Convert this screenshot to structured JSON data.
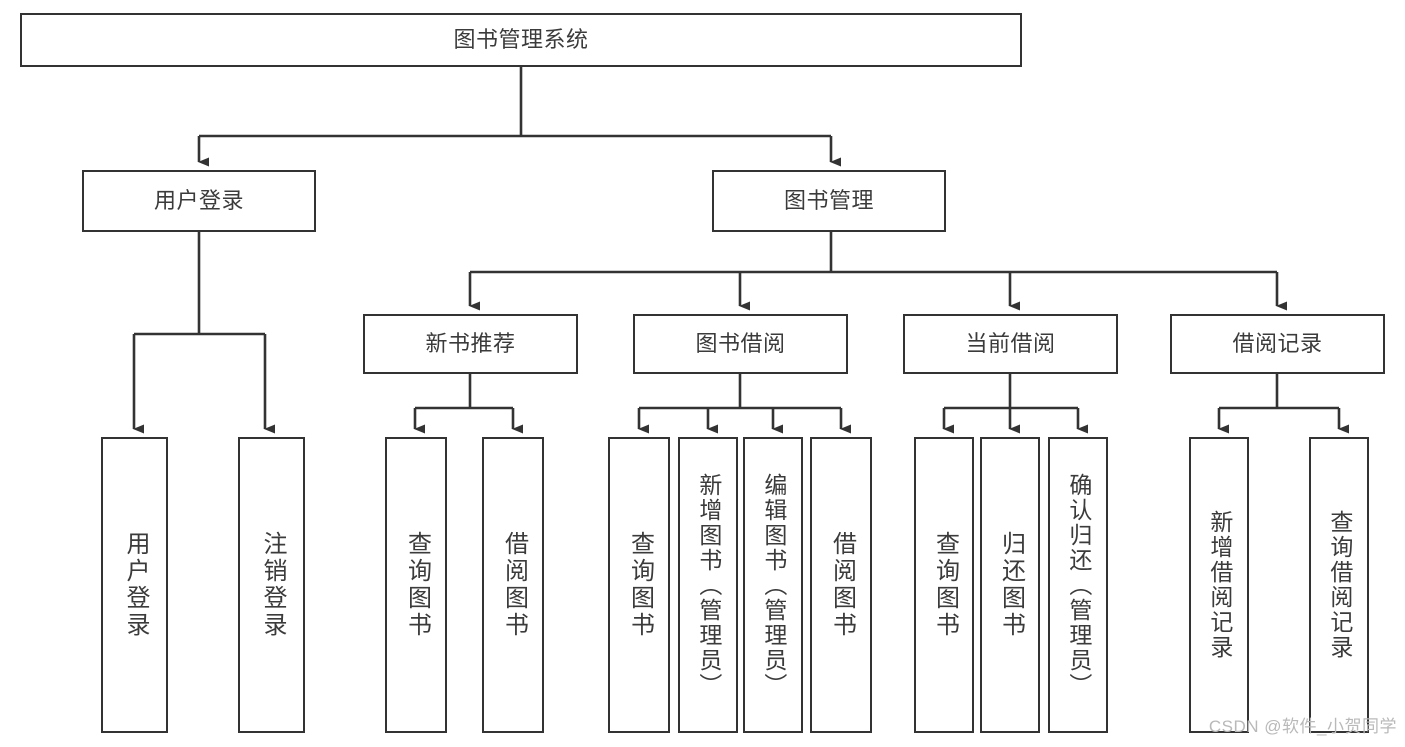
{
  "diagram": {
    "title": "图书管理系统",
    "type": "tree",
    "colors": {
      "box_border": "#333333",
      "box_fill": "#ffffff",
      "text": "#3b3b3b",
      "edge": "#333333",
      "watermark": "#b9b9b9",
      "background": "#ffffff"
    },
    "root": {
      "label": "图书管理系统"
    },
    "level2": [
      {
        "label": "用户登录"
      },
      {
        "label": "图书管理"
      }
    ],
    "level3": [
      {
        "label": "新书推荐"
      },
      {
        "label": "图书借阅"
      },
      {
        "label": "当前借阅"
      },
      {
        "label": "借阅记录"
      }
    ],
    "leaves": {
      "user_login": [
        {
          "label": "用户登录"
        },
        {
          "label": "注销登录"
        }
      ],
      "new_book_recommend": [
        {
          "label": "查询图书"
        },
        {
          "label": "借阅图书"
        }
      ],
      "book_borrow": [
        {
          "label": "查询图书"
        },
        {
          "label": "新增图书（管理员）"
        },
        {
          "label": "编辑图书（管理员）"
        },
        {
          "label": "借阅图书"
        }
      ],
      "current_borrow": [
        {
          "label": "查询图书"
        },
        {
          "label": "归还图书"
        },
        {
          "label": "确认归还（管理员）"
        }
      ],
      "borrow_record": [
        {
          "label": "新增借阅记录"
        },
        {
          "label": "查询借阅记录"
        }
      ]
    },
    "watermark": "CSDN @软件_小贺同学"
  }
}
